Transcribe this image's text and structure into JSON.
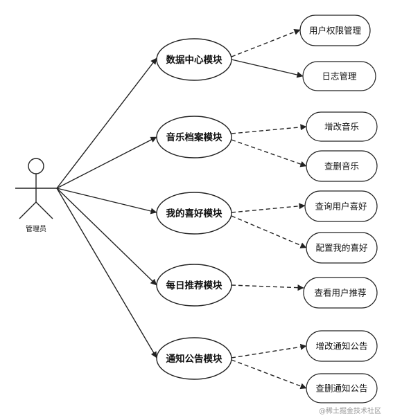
{
  "actor": {
    "label": "管理员"
  },
  "modules": [
    {
      "label": "数据中心模块",
      "children": [
        {
          "label": "用户权限管理",
          "relation": "dashed"
        },
        {
          "label": "日志管理",
          "relation": "solid"
        }
      ]
    },
    {
      "label": "音乐档案模块",
      "children": [
        {
          "label": "增改音乐",
          "relation": "dashed"
        },
        {
          "label": "查删音乐",
          "relation": "dashed"
        }
      ]
    },
    {
      "label": "我的喜好模块",
      "children": [
        {
          "label": "查询用户喜好",
          "relation": "dashed"
        },
        {
          "label": "配置我的喜好",
          "relation": "dashed"
        }
      ]
    },
    {
      "label": "每日推荐模块",
      "children": [
        {
          "label": "查看用户推荐",
          "relation": "dashed"
        }
      ]
    },
    {
      "label": "通知公告模块",
      "children": [
        {
          "label": "增改通知公告",
          "relation": "dashed"
        },
        {
          "label": "查删通知公告",
          "relation": "dashed"
        }
      ]
    }
  ],
  "watermark": "@稀土掘金技术社区"
}
